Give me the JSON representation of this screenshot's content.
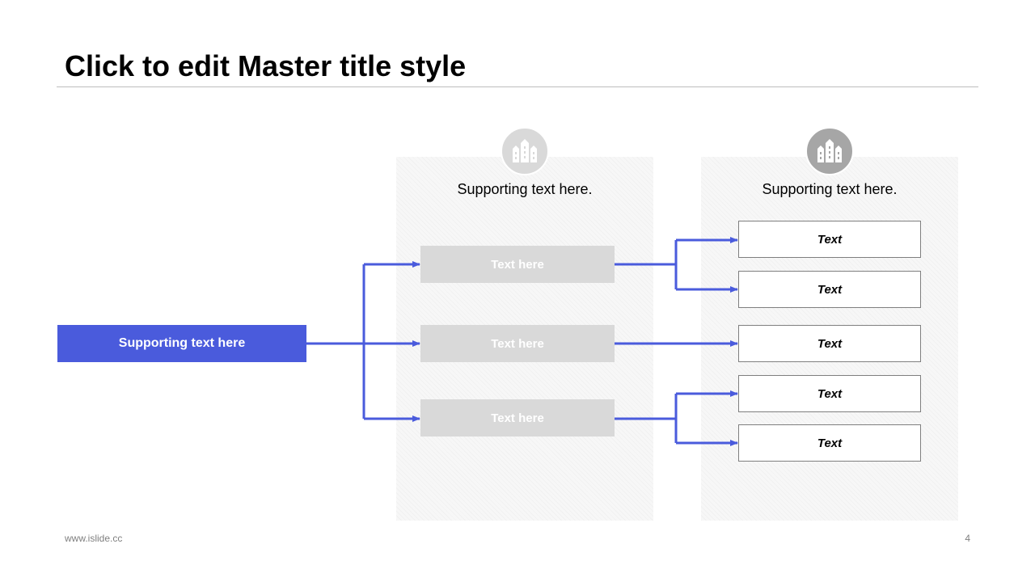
{
  "slide": {
    "title": "Click to edit Master title style",
    "footer_website": "www.islide.cc",
    "page_number": "4"
  },
  "colors": {
    "accent": "#4a5bdc",
    "mid_box": "#d9d9d9",
    "badge_light": "#d9d9d9",
    "badge_dark": "#a6a6a6",
    "leaf_border": "#7f7f7f"
  },
  "diagram": {
    "root": {
      "label": "Supporting text here"
    },
    "columns": [
      {
        "icon": "buildings-icon",
        "heading": "Supporting text here."
      },
      {
        "icon": "buildings-icon",
        "heading": "Supporting text here."
      }
    ],
    "branches": [
      {
        "label": "Text here",
        "leaves": [
          "Text",
          "Text"
        ]
      },
      {
        "label": "Text here",
        "leaves": [
          "Text"
        ]
      },
      {
        "label": "Text here",
        "leaves": [
          "Text",
          "Text"
        ]
      }
    ]
  }
}
